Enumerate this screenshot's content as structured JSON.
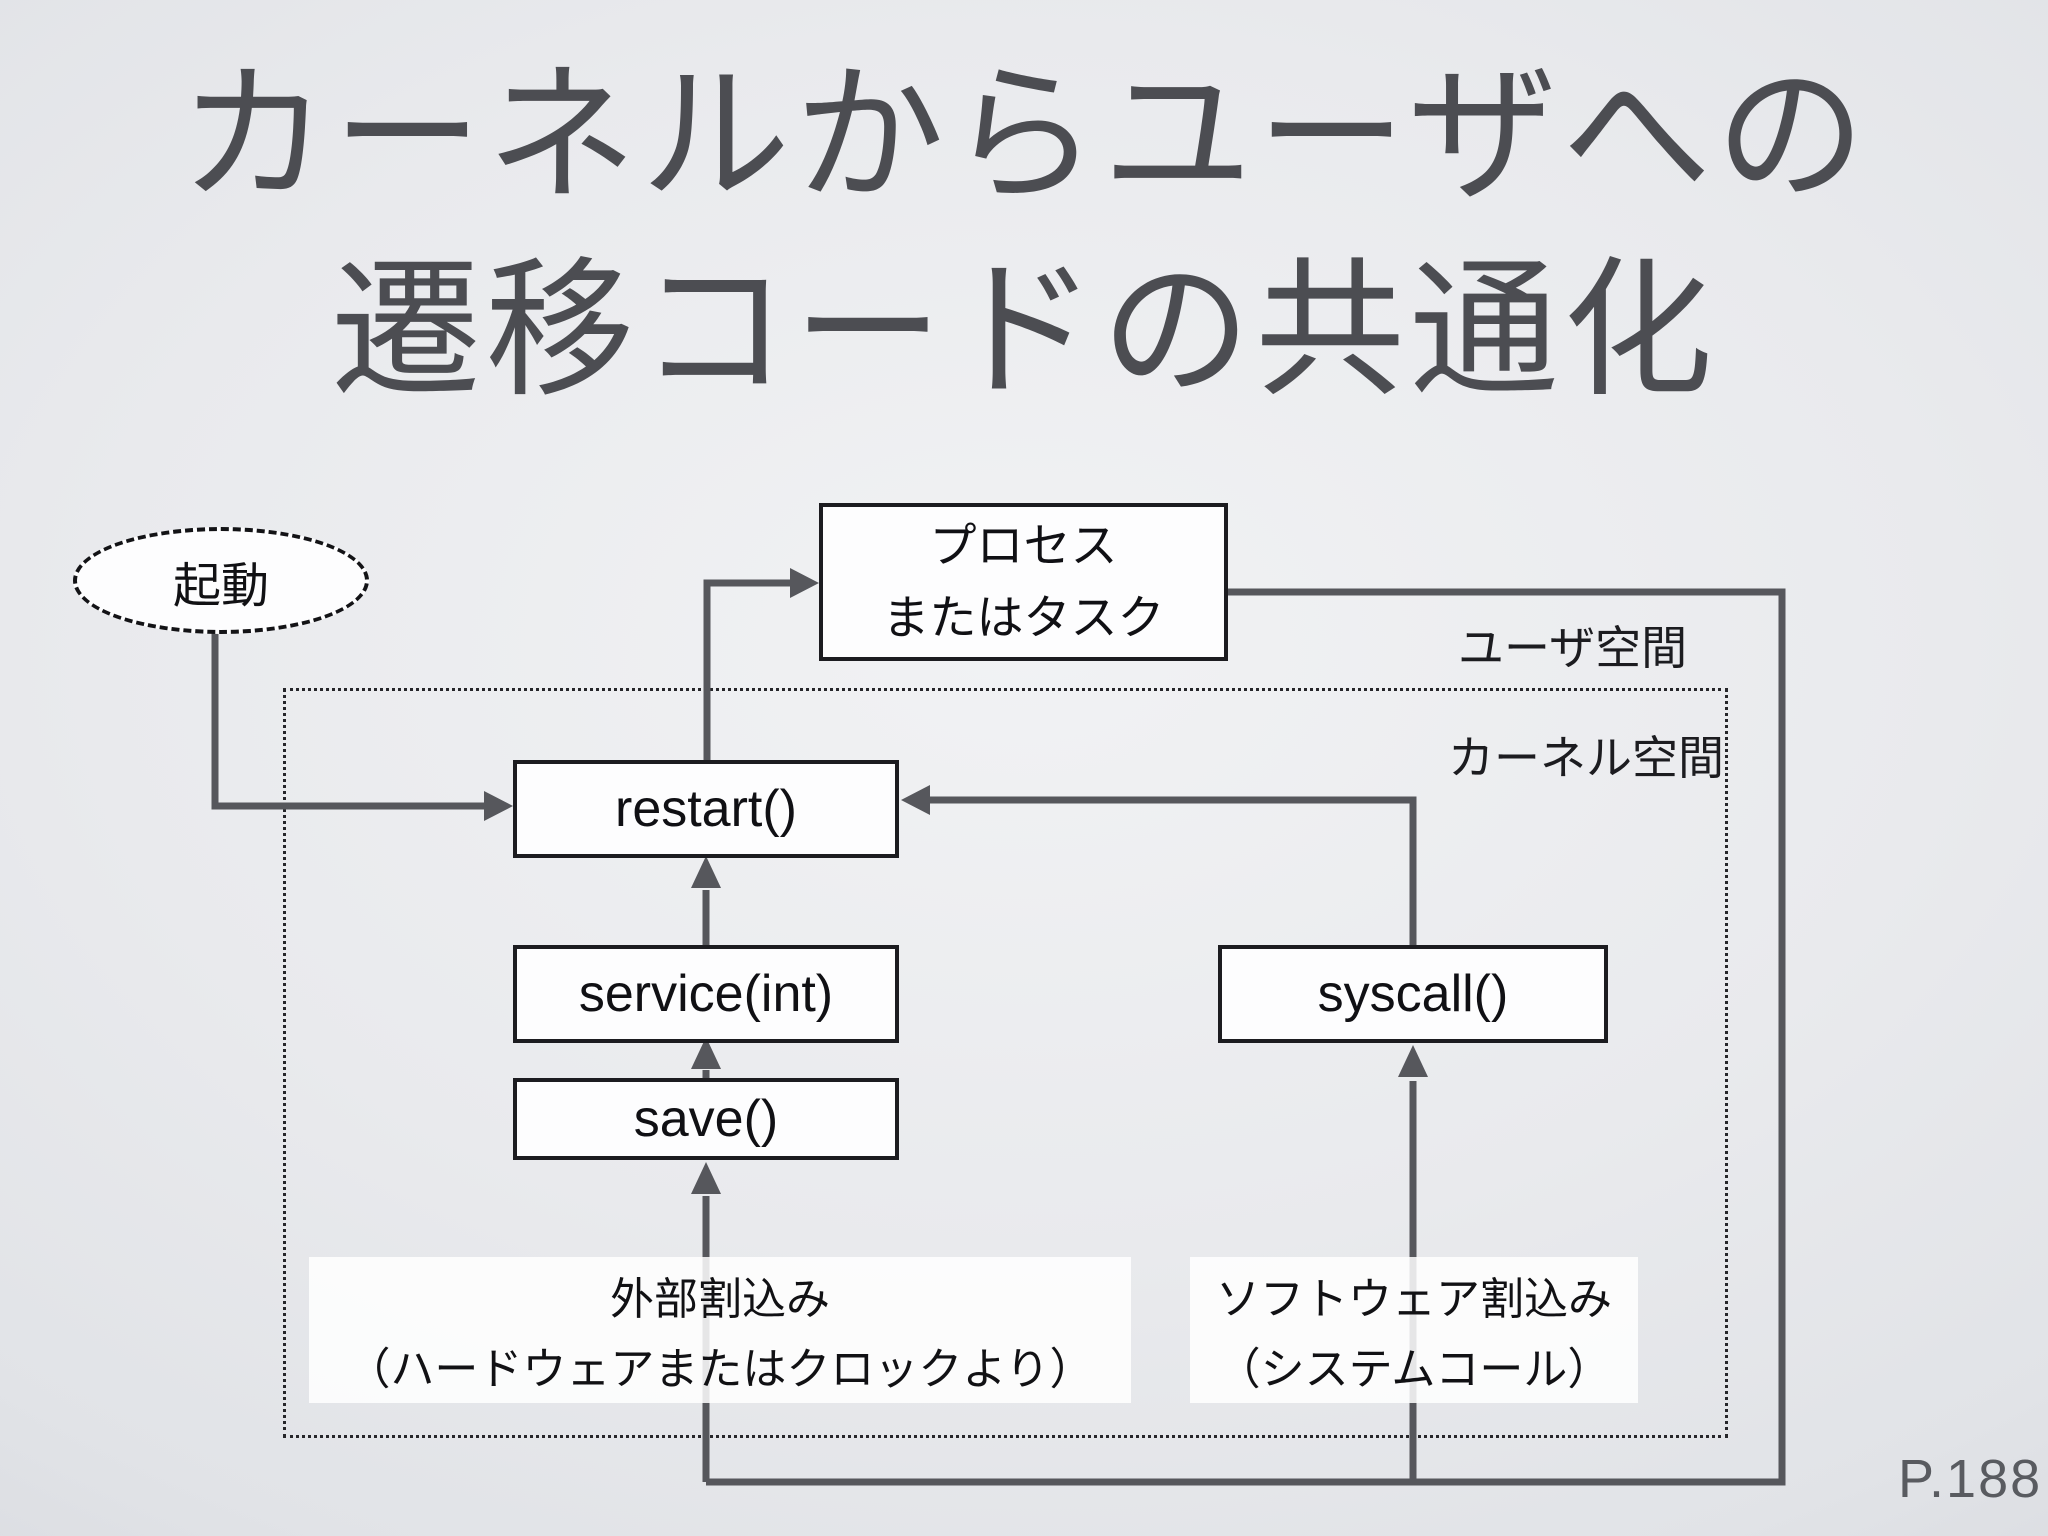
{
  "slide": {
    "title_line1": "カーネルからユーザへの",
    "title_line2": "遷移コードの共通化",
    "page_number": "P.188"
  },
  "diagram": {
    "start_label": "起動",
    "process_box": {
      "line1": "プロセス",
      "line2": "またはタスク"
    },
    "space_labels": {
      "user": "ユーザ空間",
      "kernel": "カーネル空間"
    },
    "functions": {
      "restart": "restart()",
      "service": "service(int)",
      "save": "save()",
      "syscall": "syscall()"
    },
    "interrupts": {
      "external": {
        "line1": "外部割込み",
        "line2": "（ハードウェアまたはクロックより）"
      },
      "software": {
        "line1": "ソフトウェア割込み",
        "line2": "（システムコール）"
      }
    },
    "colors": {
      "connector_gray": "#56575c",
      "box_border": "#1c1c20",
      "title_gray": "#4c4d52",
      "page_number_gray": "#595b60",
      "background_center": "#f1f2f4",
      "background_edge": "#c8cad0"
    }
  }
}
